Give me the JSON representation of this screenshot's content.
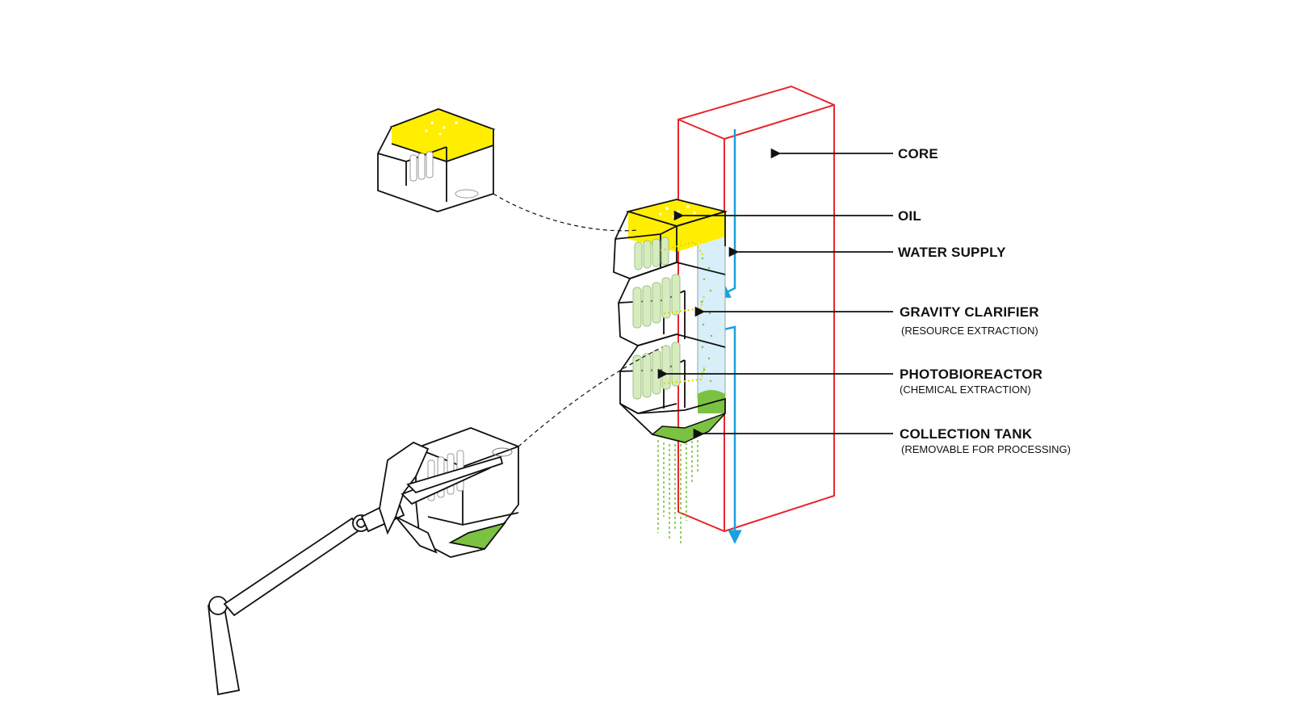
{
  "colors": {
    "core_outline": "#e8262c",
    "water": "#1aa0e0",
    "oil": "#ffee00",
    "algae": "#7cc242",
    "algae_light": "#d6ecbe",
    "clarifier": "#d8eef8",
    "ink": "#111111"
  },
  "labels": {
    "core": "CORE",
    "oil": "OIL",
    "water_supply": "WATER SUPPLY",
    "gravity_clarifier": "GRAVITY CLARIFIER",
    "gravity_clarifier_sub": "(RESOURCE EXTRACTION)",
    "photobioreactor": "PHOTOBIOREACTOR",
    "photobioreactor_sub": "(CHEMICAL EXTRACTION)",
    "collection_tank": "COLLECTION TANK",
    "collection_tank_sub": "(REMOVABLE FOR PROCESSING)"
  }
}
